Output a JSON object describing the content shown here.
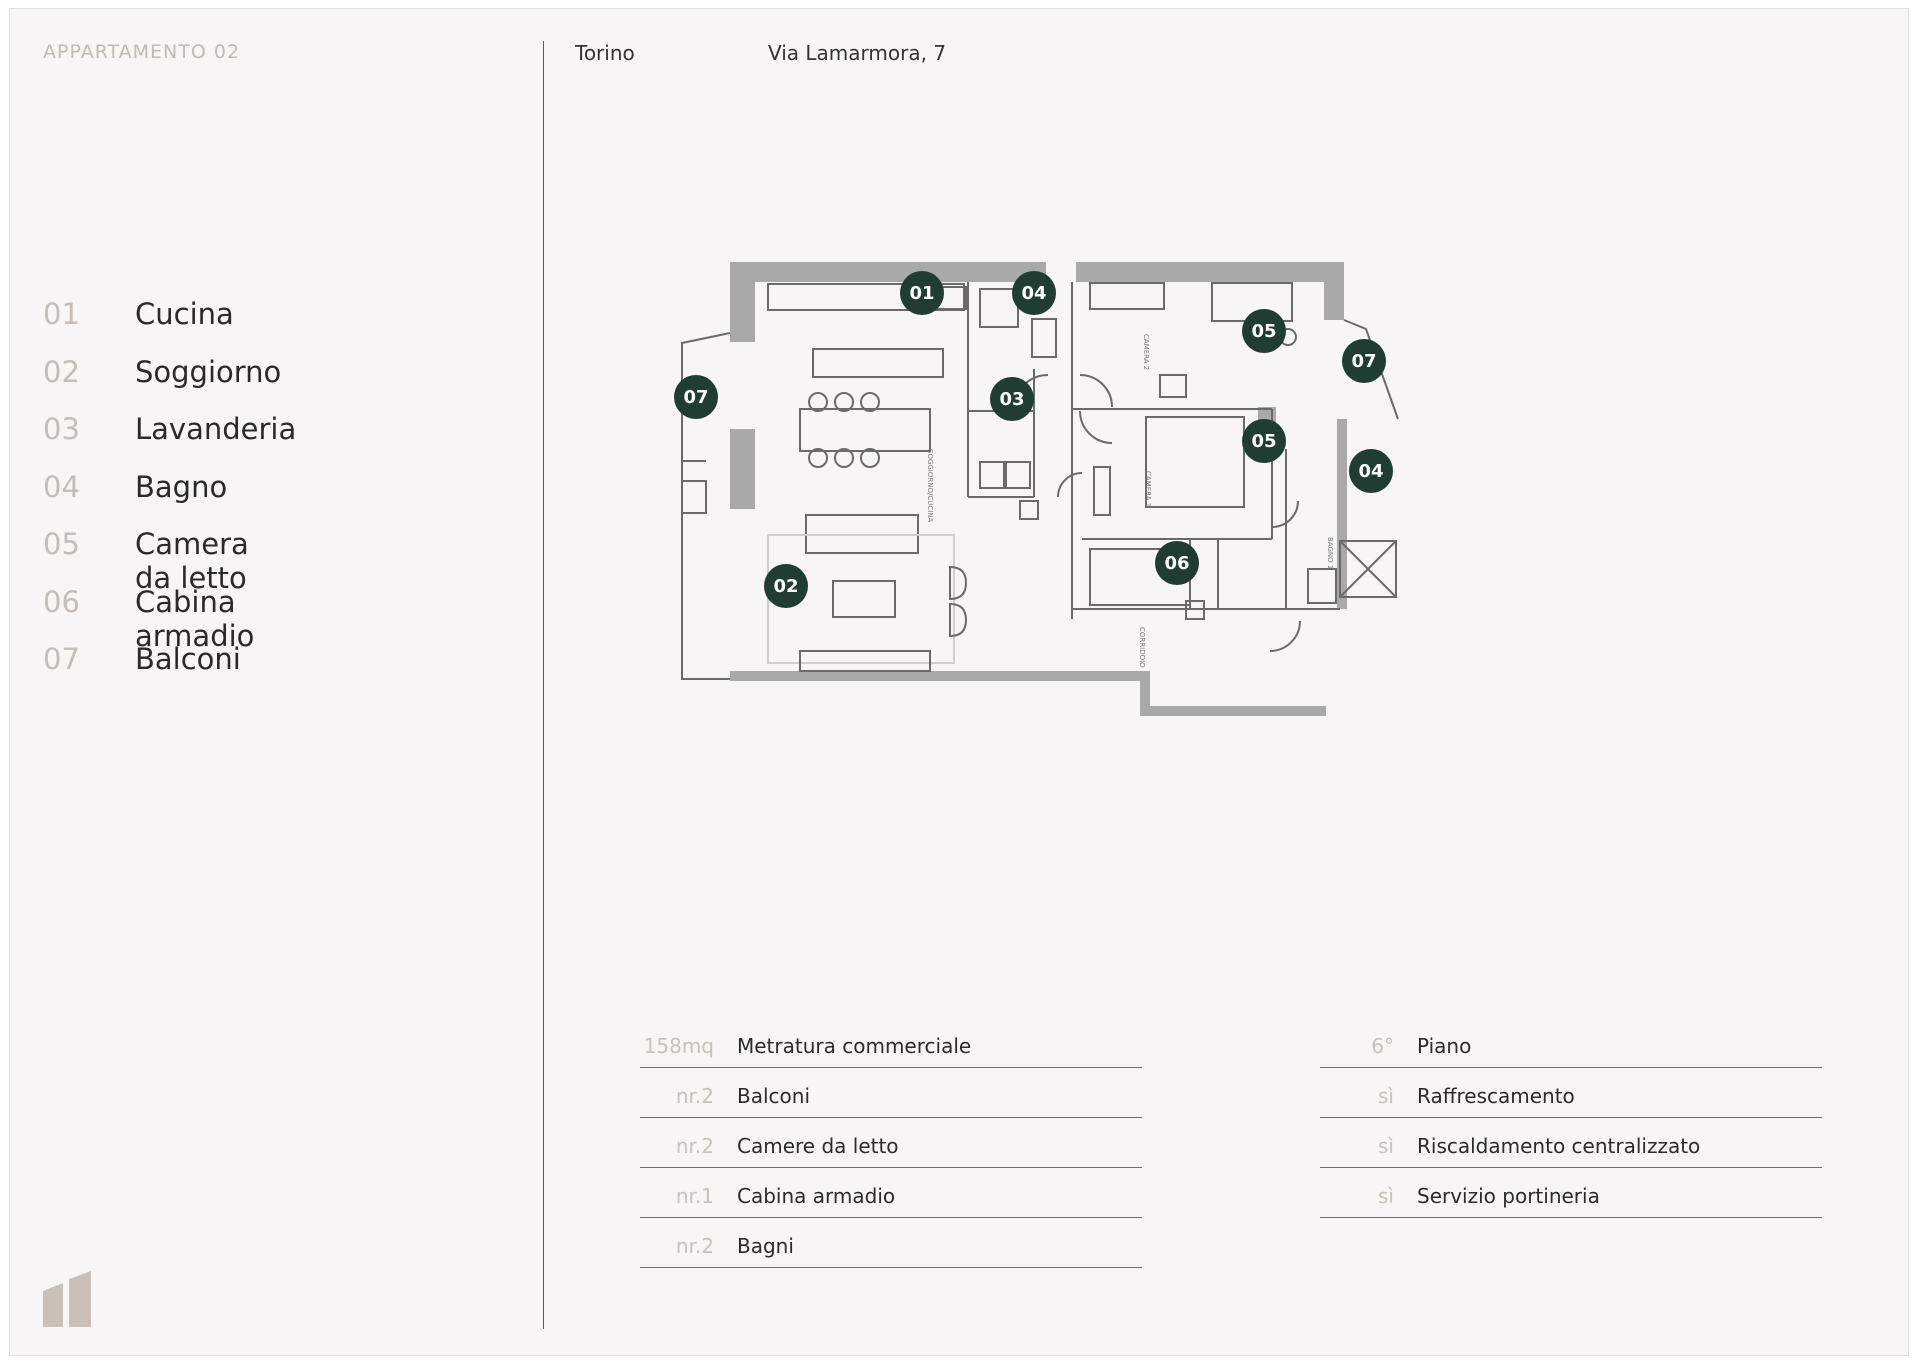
{
  "header": {
    "apartment_title": "APPARTAMENTO 02",
    "city": "Torino",
    "address": "Via Lamarmora, 7"
  },
  "legend": [
    {
      "num": "01",
      "label": "Cucina"
    },
    {
      "num": "02",
      "label": "Soggiorno"
    },
    {
      "num": "03",
      "label": "Lavanderia"
    },
    {
      "num": "04",
      "label": "Bagno"
    },
    {
      "num": "05",
      "label": "Camera da letto"
    },
    {
      "num": "06",
      "label": "Cabina armadio"
    },
    {
      "num": "07",
      "label": "Balconi"
    }
  ],
  "plan": {
    "markers": [
      "01",
      "04",
      "05",
      "07",
      "07",
      "03",
      "05",
      "04",
      "06",
      "02"
    ],
    "room_labels": [
      "SOGGIORNO/CUCINA",
      "CAMERA 2",
      "CAMERA 1",
      "CORRIDOIO",
      "BAGNO 1"
    ]
  },
  "specs_left": [
    {
      "value": "158mq",
      "label": "Metratura commerciale"
    },
    {
      "value": "nr.2",
      "label": "Balconi"
    },
    {
      "value": "nr.2",
      "label": "Camere da letto"
    },
    {
      "value": "nr.1",
      "label": "Cabina armadio"
    },
    {
      "value": "nr.2",
      "label": "Bagni"
    }
  ],
  "specs_right": [
    {
      "value": "6°",
      "label": "Piano"
    },
    {
      "value": "sì",
      "label": "Raffrescamento"
    },
    {
      "value": "sì",
      "label": "Riscaldamento centralizzato"
    },
    {
      "value": "sì",
      "label": "Servizio portineria"
    }
  ],
  "colors": {
    "accent_marker": "#1f3d33",
    "muted_text": "#c5beb8",
    "background": "#f7f5f5",
    "wall": "#a9a9a9"
  }
}
